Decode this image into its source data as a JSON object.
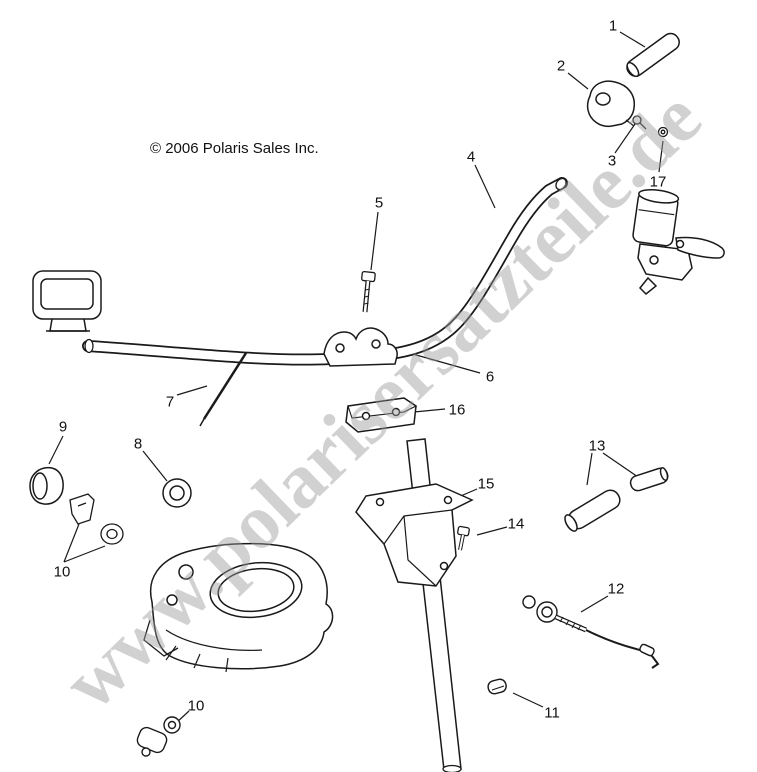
{
  "diagram": {
    "copyright": "© 2006 Polaris Sales Inc.",
    "watermark": "www.polarisersatzteile.de",
    "line_color": "#1a1a1a",
    "watermark_color": "#9a9a9a",
    "callouts": [
      {
        "label": "1"
      },
      {
        "label": "2"
      },
      {
        "label": "3"
      },
      {
        "label": "17"
      },
      {
        "label": "4"
      },
      {
        "label": "5"
      },
      {
        "label": "6"
      },
      {
        "label": "16"
      },
      {
        "label": "7"
      },
      {
        "label": "9"
      },
      {
        "label": "8"
      },
      {
        "label": "10"
      },
      {
        "label": "15"
      },
      {
        "label": "14"
      },
      {
        "label": "13"
      },
      {
        "label": "12"
      },
      {
        "label": "11"
      },
      {
        "label": "10"
      }
    ]
  }
}
